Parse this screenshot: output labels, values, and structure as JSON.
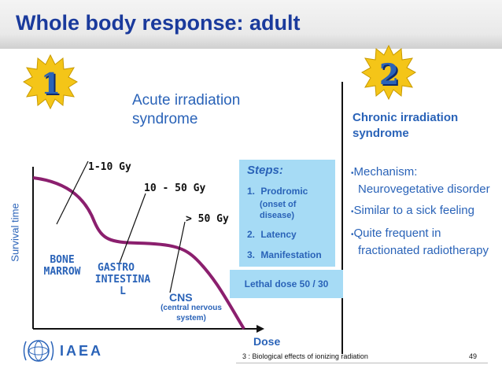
{
  "slide": {
    "title": "Whole body response: adult",
    "badges": {
      "left": "1",
      "right": "2"
    },
    "acute": {
      "line1": "Acute irradiation",
      "line2": "syndrome"
    },
    "chronic": {
      "line1": "Chronic irradiation",
      "line2": "syndrome"
    },
    "graph": {
      "y_axis_label": "Survival time",
      "x_axis_label": "Dose",
      "dose_ranges": [
        "1-10 Gy",
        "10 - 50 Gy",
        "> 50 Gy"
      ],
      "regions": {
        "bone_line1": "BONE",
        "bone_line2": "MARROW",
        "gastro_line1": "GASTRO",
        "gastro_line2": "INTESTINA",
        "gastro_line3": "L",
        "cns": "CNS",
        "cns_sub1": "(central nervous",
        "cns_sub2": "system)"
      }
    },
    "steps": {
      "title": "Steps:",
      "items": [
        {
          "num": "1.",
          "label": "Prodromic",
          "sub1": "(onset of",
          "sub2": "disease)"
        },
        {
          "num": "2.",
          "label": "Latency"
        },
        {
          "num": "3.",
          "label": "Manifestation"
        }
      ]
    },
    "lethal_dose": "Lethal dose 50 / 30",
    "bullets": [
      "Mechanism: Neurovegetative disorder",
      "Similar to a sick feeling",
      "Quite frequent in fractionated radiotherapy"
    ],
    "footer": {
      "org": "IAEA",
      "text": "3 : Biological effects of ionizing radiation",
      "page": "49"
    },
    "colors": {
      "title": "#1a3a9c",
      "text_blue": "#2a63b8",
      "curve": "#8b1f6e",
      "box": "#a6dbf5"
    }
  }
}
